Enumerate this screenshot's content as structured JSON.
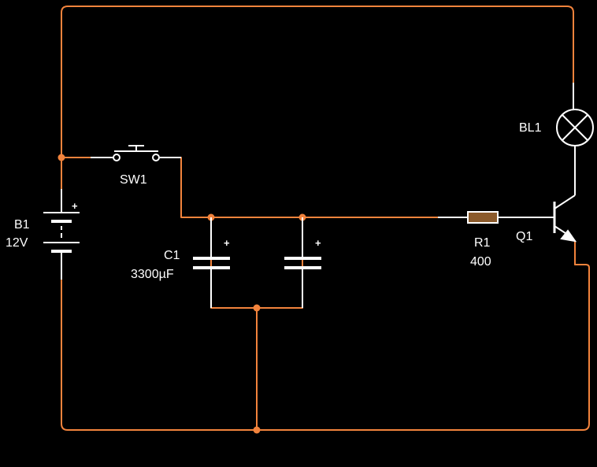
{
  "colors": {
    "background": "#000000",
    "wire": "#f2833c",
    "component": "#ffffff",
    "resistor_fill": "#8b5a2b"
  },
  "components": {
    "battery": {
      "ref": "B1",
      "value": "12V",
      "plus": "+"
    },
    "switch": {
      "ref": "SW1"
    },
    "capacitor": {
      "ref": "C1",
      "value": "3300µF",
      "plus": "+"
    },
    "capacitor2": {
      "plus": "+"
    },
    "resistor": {
      "ref": "R1",
      "value": "400"
    },
    "transistor": {
      "ref": "Q1"
    },
    "lamp": {
      "ref": "BL1"
    }
  }
}
